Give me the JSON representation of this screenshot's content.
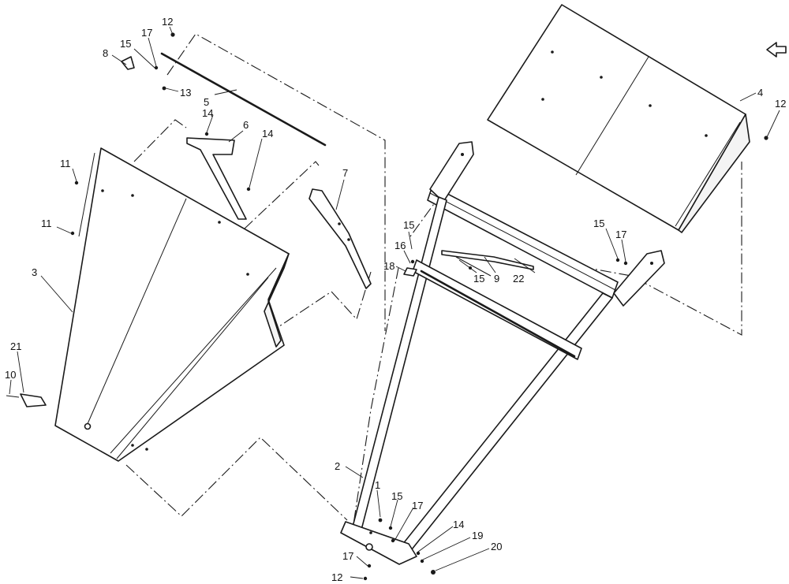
{
  "diagram": {
    "callouts": [
      {
        "id": "c1",
        "text": "1"
      },
      {
        "id": "c2",
        "text": "2"
      },
      {
        "id": "c3",
        "text": "3"
      },
      {
        "id": "c4",
        "text": "4"
      },
      {
        "id": "c5",
        "text": "5"
      },
      {
        "id": "c6",
        "text": "6"
      },
      {
        "id": "c7",
        "text": "7"
      },
      {
        "id": "c8",
        "text": "8"
      },
      {
        "id": "c9",
        "text": "9"
      },
      {
        "id": "c10",
        "text": "10"
      },
      {
        "id": "c11a",
        "text": "11"
      },
      {
        "id": "c11b",
        "text": "11"
      },
      {
        "id": "c12a",
        "text": "12"
      },
      {
        "id": "c12b",
        "text": "12"
      },
      {
        "id": "c12c",
        "text": "12"
      },
      {
        "id": "c13",
        "text": "13"
      },
      {
        "id": "c14a",
        "text": "14"
      },
      {
        "id": "c14b",
        "text": "14"
      },
      {
        "id": "c14c",
        "text": "14"
      },
      {
        "id": "c15a",
        "text": "15"
      },
      {
        "id": "c15b",
        "text": "15"
      },
      {
        "id": "c15c",
        "text": "15"
      },
      {
        "id": "c15d",
        "text": "15"
      },
      {
        "id": "c16",
        "text": "16"
      },
      {
        "id": "c17a",
        "text": "17"
      },
      {
        "id": "c17b",
        "text": "17"
      },
      {
        "id": "c17c",
        "text": "17"
      },
      {
        "id": "c17d",
        "text": "17"
      },
      {
        "id": "c18",
        "text": "18"
      },
      {
        "id": "c19",
        "text": "19"
      },
      {
        "id": "c20",
        "text": "20"
      },
      {
        "id": "c21",
        "text": "21"
      },
      {
        "id": "c22",
        "text": "22"
      }
    ],
    "orientation_icon": "front-arrow-icon"
  }
}
